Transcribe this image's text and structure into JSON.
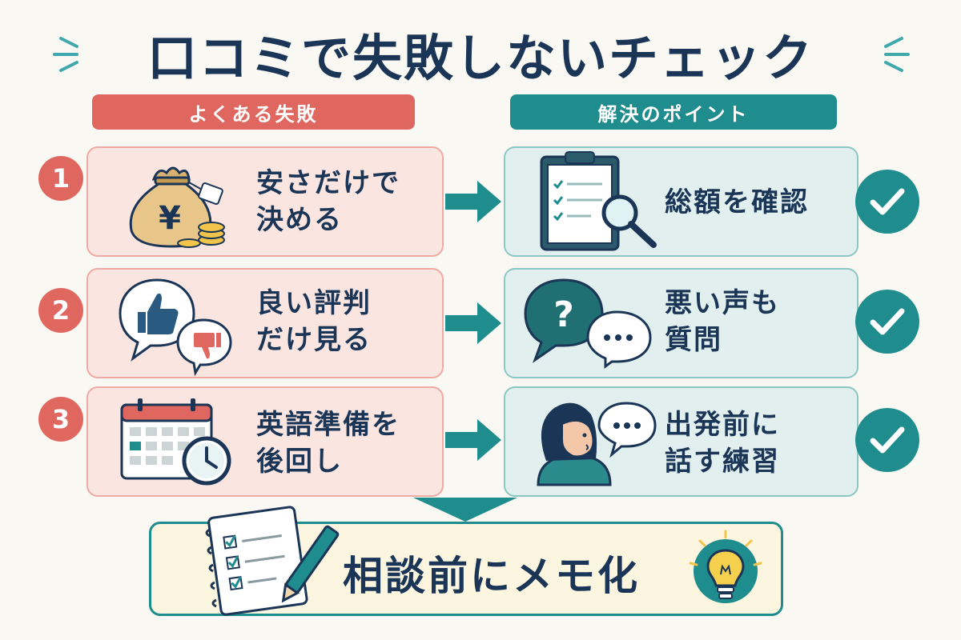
{
  "title": "口コミで失敗しないチェック",
  "headers": {
    "mistakes": "よくある失敗",
    "solutions": "解決のポイント"
  },
  "mistakes": [
    {
      "number": "1",
      "line1": "安さだけで",
      "line2": "決める",
      "icon": "money-bag-icon"
    },
    {
      "number": "2",
      "line1": "良い評判",
      "line2": "だけ見る",
      "icon": "thumbs-bubbles-icon"
    },
    {
      "number": "3",
      "line1": "英語準備を",
      "line2": "後回し",
      "icon": "calendar-clock-icon"
    }
  ],
  "solutions": [
    {
      "line1": "総額を確認",
      "line2": "",
      "icon": "clipboard-magnifier-icon"
    },
    {
      "line1": "悪い声も",
      "line2": "質問",
      "icon": "question-bubbles-icon"
    },
    {
      "line1": "出発前に",
      "line2": "話す練習",
      "icon": "person-speaking-icon"
    }
  ],
  "money_symbol": "¥",
  "question_mark": "?",
  "conclusion": "相談前にメモ化",
  "colors": {
    "navy": "#1b3556",
    "red": "#e0675f",
    "teal": "#1f8c8e",
    "red_card": "#fbe5e1",
    "teal_card": "#e1f0ee",
    "cream": "#fcf5e0"
  }
}
